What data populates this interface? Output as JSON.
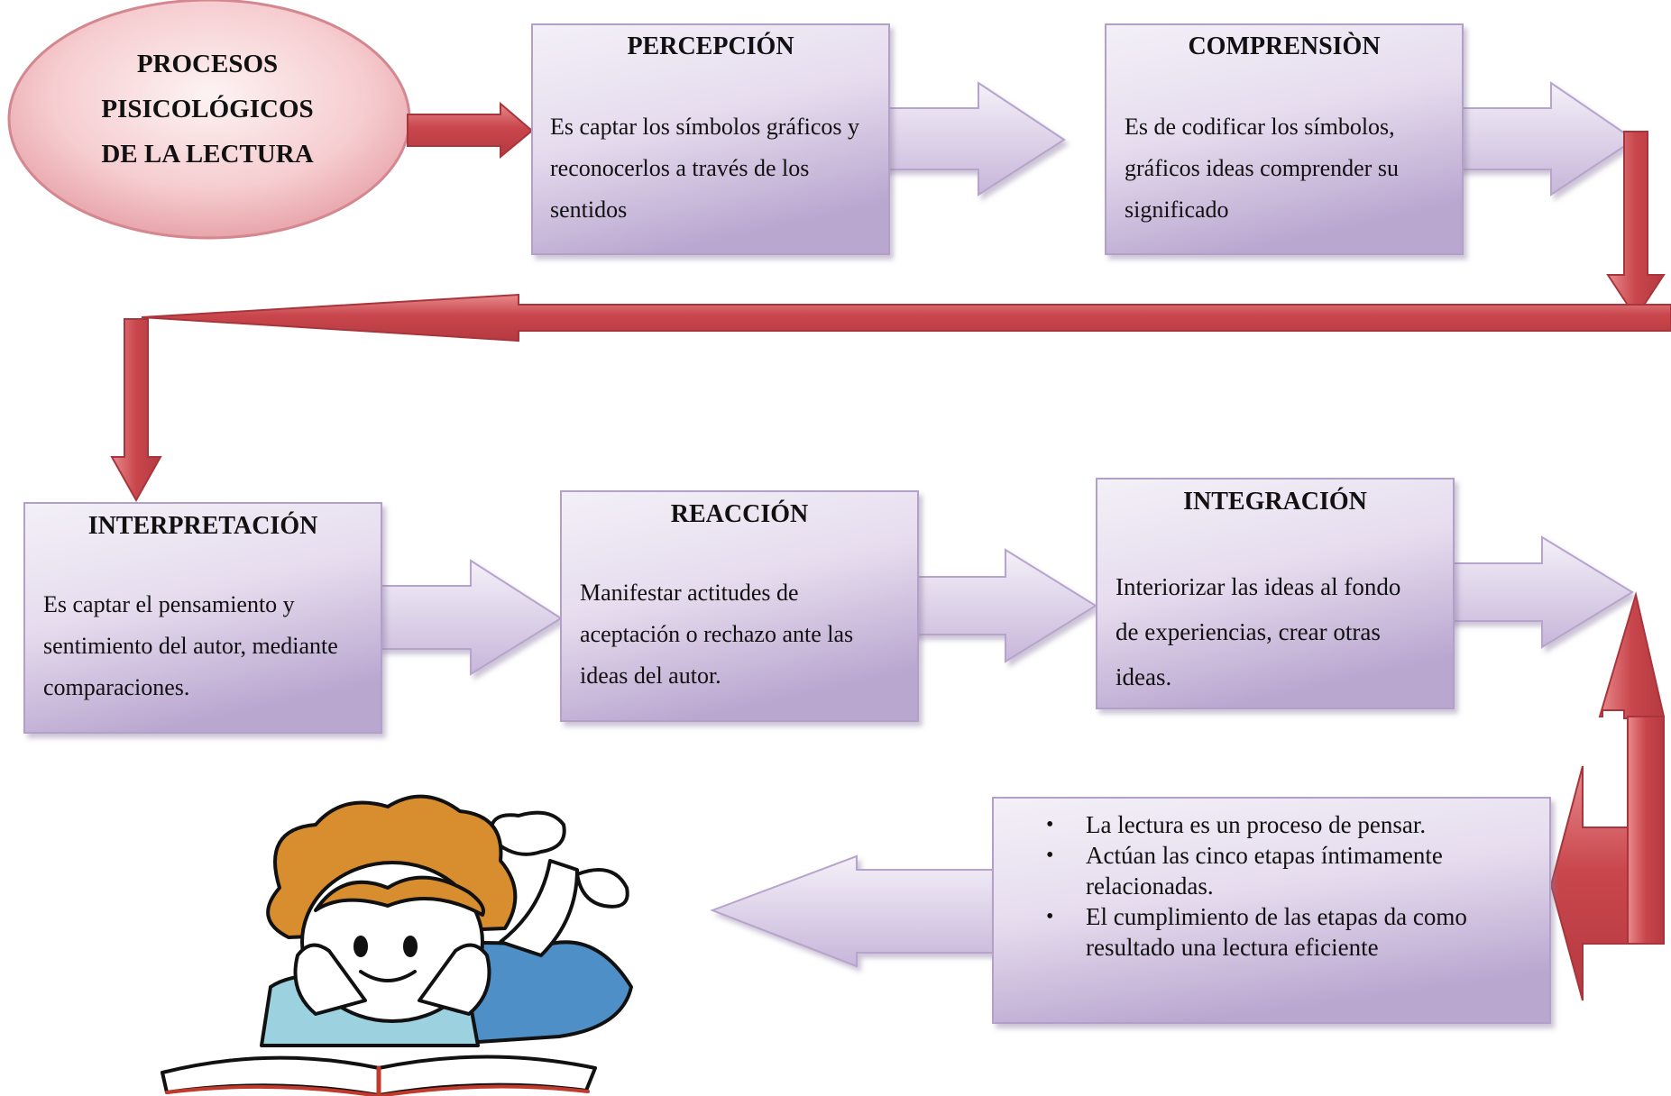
{
  "oval": {
    "lines": [
      "PROCESOS",
      "PISICOLÓGICOS",
      "DE LA LECTURA"
    ]
  },
  "stages": [
    {
      "title": "PERCEPCIÓN",
      "lines": [
        "Es captar los símbolos gráficos y",
        "reconocerlos a través de los",
        "sentidos"
      ]
    },
    {
      "title": "COMPRENSIÒN",
      "lines": [
        "Es de codificar los símbolos,",
        "gráficos ideas comprender su",
        "significado"
      ]
    },
    {
      "title": "INTERPRETACIÓN",
      "lines": [
        "Es captar el pensamiento y",
        "sentimiento del autor, mediante",
        "comparaciones."
      ]
    },
    {
      "title": "REACCIÓN",
      "lines": [
        "Manifestar actitudes de",
        "aceptación o rechazo ante las",
        "ideas del autor."
      ]
    },
    {
      "title": "INTEGRACIÓN",
      "lines": [
        "Interiorizar las ideas al fondo",
        "de experiencias, crear otras",
        "ideas."
      ]
    }
  ],
  "summary": {
    "bullets": [
      [
        "La lectura es un proceso de pensar."
      ],
      [
        "Actúan las cinco etapas íntimamente",
        "relacionadas."
      ],
      [
        "El cumplimiento de las etapas da como",
        "resultado una lectura eficiente"
      ]
    ]
  },
  "illustration": "child-reading-icon",
  "colors": {
    "card_light": "#f1edf6",
    "card_dark": "#b9a6cf",
    "arrow_red": "#c8464c",
    "arrow_red_light": "#f0b4b4",
    "oval_light": "#fbe9ea",
    "oval_dark": "#e7a7ad"
  }
}
